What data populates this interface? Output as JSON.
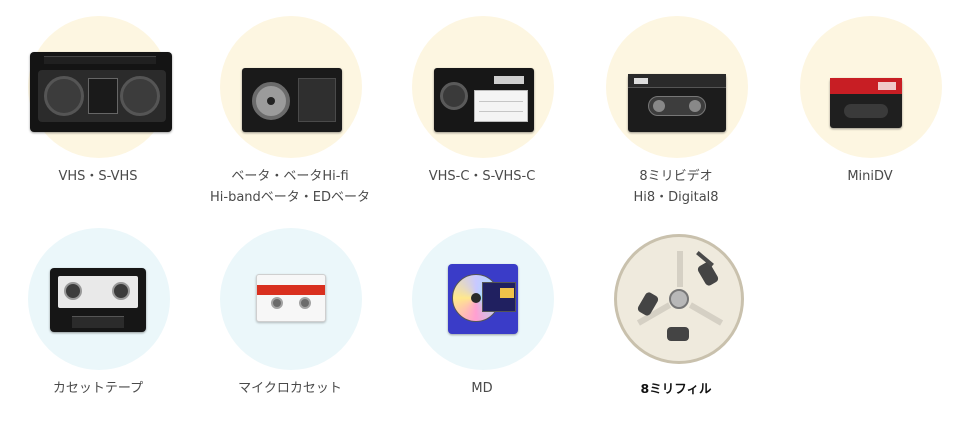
{
  "media_items": [
    {
      "label_line1": "VHS・S-VHS",
      "label_line2": "",
      "background": "#fdf6e1"
    },
    {
      "label_line1": "ベータ・ベータHi-fi",
      "label_line2": "Hi-bandベータ・EDベータ",
      "background": "#fdf6e1"
    },
    {
      "label_line1": "VHS-C・S-VHS-C",
      "label_line2": "",
      "background": "#fdf6e1"
    },
    {
      "label_line1": "8ミリビデオ",
      "label_line2": "Hi8・Digital8",
      "background": "#fdf6e1"
    },
    {
      "label_line1": "MiniDV",
      "label_line2": "",
      "background": "#fdf6e1"
    },
    {
      "label_line1": "カセットテープ",
      "label_line2": "",
      "background": "#ebf7fa"
    },
    {
      "label_line1": "マイクロカセット",
      "label_line2": "",
      "background": "#ebf7fa"
    },
    {
      "label_line1": "MD",
      "label_line2": "",
      "background": "#ebf7fa"
    },
    {
      "label_line1": "8ミリフィル",
      "label_line2": "",
      "background": "#ffffff"
    }
  ]
}
